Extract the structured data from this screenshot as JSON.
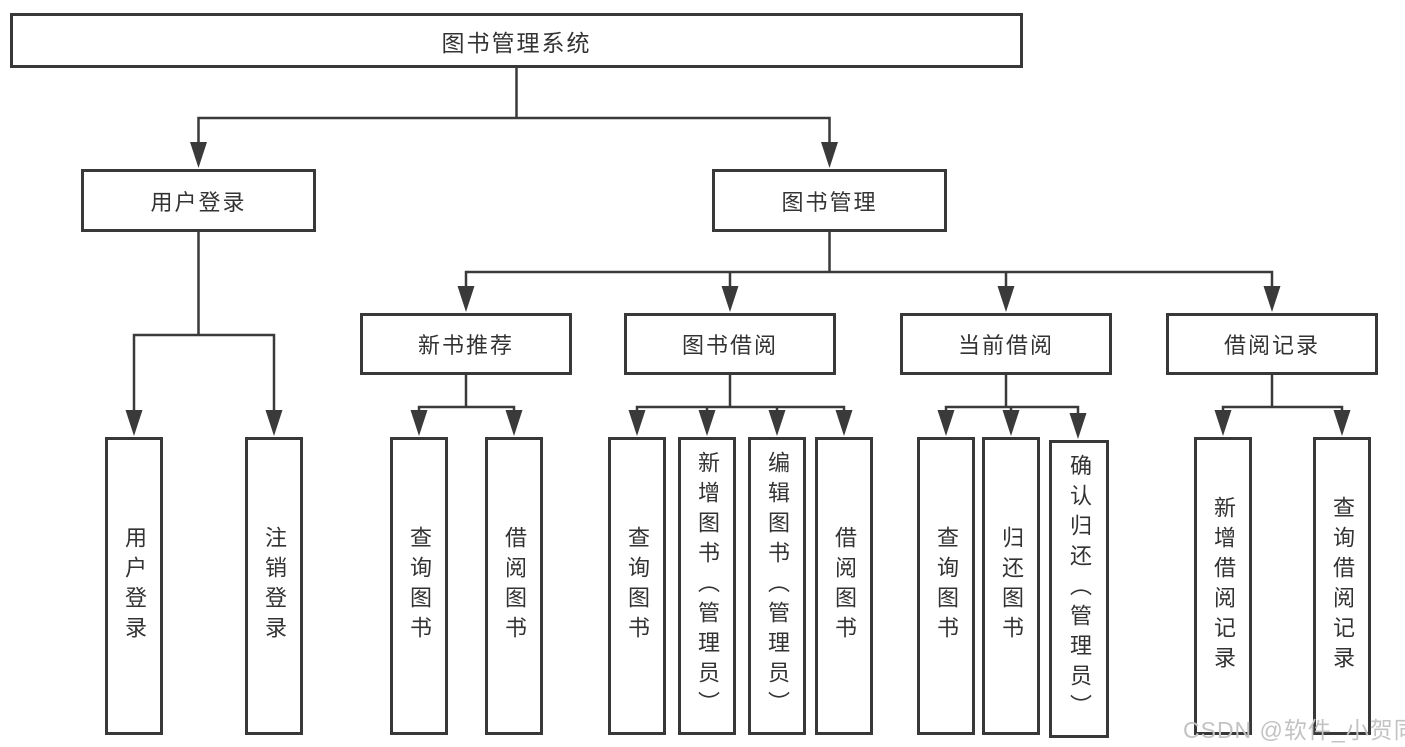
{
  "colors": {
    "line": "#3a3a3a",
    "box_border": "#383838",
    "text": "#333333",
    "watermark": "#c3c3c3",
    "background": "#ffffff"
  },
  "diagram": {
    "root": {
      "label": "图书管理系统"
    },
    "branches": [
      {
        "label": "用户登录",
        "children": [
          {
            "label": "用户登录"
          },
          {
            "label": "注销登录"
          }
        ]
      },
      {
        "label": "图书管理",
        "children": [
          {
            "label": "新书推荐",
            "children": [
              {
                "label": "查询图书"
              },
              {
                "label": "借阅图书"
              }
            ]
          },
          {
            "label": "图书借阅",
            "children": [
              {
                "label": "查询图书"
              },
              {
                "label": "新增图书（管理员）"
              },
              {
                "label": "编辑图书（管理员）"
              },
              {
                "label": "借阅图书"
              }
            ]
          },
          {
            "label": "当前借阅",
            "children": [
              {
                "label": "查询图书"
              },
              {
                "label": "归还图书"
              },
              {
                "label": "确认归还（管理员）"
              }
            ]
          },
          {
            "label": "借阅记录",
            "children": [
              {
                "label": "新增借阅记录"
              },
              {
                "label": "查询借阅记录"
              }
            ]
          }
        ]
      }
    ]
  },
  "watermark": {
    "text": "CSDN @软件_小贺同学"
  }
}
